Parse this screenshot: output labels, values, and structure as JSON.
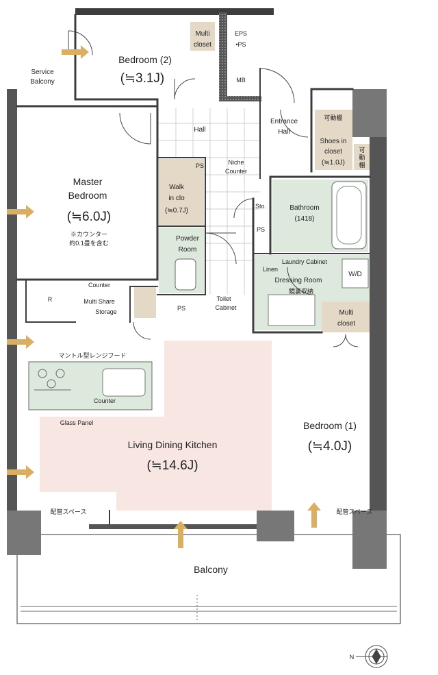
{
  "rooms": {
    "bedroom2": {
      "name": "Bedroom (2)",
      "size": "(≒3.1J)"
    },
    "master": {
      "line1": "Master",
      "line2": "Bedroom",
      "size": "(≒6.0J)",
      "note1": "※カウンター",
      "note2": "約0.1畳を含む"
    },
    "ldk": {
      "name": "Living Dining Kitchen",
      "size": "(≒14.6J)"
    },
    "bedroom1": {
      "name": "Bedroom (1)",
      "size": "(≒4.0J)"
    },
    "bathroom": {
      "name": "Bathroom",
      "size": "(1418)"
    },
    "dressing": {
      "name": "Dressing Room",
      "sub": "鏡裏収納"
    },
    "powder": {
      "line1": "Powder",
      "line2": "Room"
    },
    "walkin": {
      "line1": "Walk",
      "line2": "in clo",
      "size": "(≒0.7J)"
    },
    "hall": {
      "name": "Hall"
    },
    "entrance": {
      "line1": "Entrance",
      "line2": "Hall"
    },
    "shoes": {
      "line1": "Shoes in",
      "line2": "closet",
      "size": "(≒1.0J)"
    },
    "multi_top": {
      "line1": "Multi",
      "line2": "closet"
    },
    "multi_right": {
      "line1": "Multi",
      "line2": "closet"
    },
    "service_balcony": {
      "line1": "Service",
      "line2": "Balcony"
    },
    "balcony": {
      "name": "Balcony"
    }
  },
  "labels": {
    "eps1": "EPS",
    "eps2": "•PS",
    "mb": "MB",
    "ps_walkin": "PS",
    "ps_bath": "PS",
    "ps_powder": "PS",
    "sto": "Sto.",
    "niche1": "Niche",
    "niche2": "Counter",
    "counter_master": "Counter",
    "multi_share1": "Multi Share",
    "multi_share2": "Storage",
    "toilet1": "Toilet",
    "toilet2": "Cabinet",
    "laundry": "Laundry Cabinet",
    "linen": "Linen",
    "wd": "W/D",
    "kadou1": "可動棚",
    "kadou2a": "可",
    "kadou2b": "動",
    "kadou2c": "棚",
    "hood": "マントル型レンジフード",
    "kitchen_counter": "Counter",
    "glass_panel": "Glass Panel",
    "piping_left": "配管スペース",
    "piping_right": "配管スペース",
    "fridge": "R",
    "north": "N"
  },
  "colors": {
    "wall": "#3d3d3d",
    "ldk": "#f7e6e1",
    "wet": "#dde9dd",
    "closet": "#e4d8c6",
    "tile": "#9a9a9a",
    "arrow": "#d9b063"
  }
}
